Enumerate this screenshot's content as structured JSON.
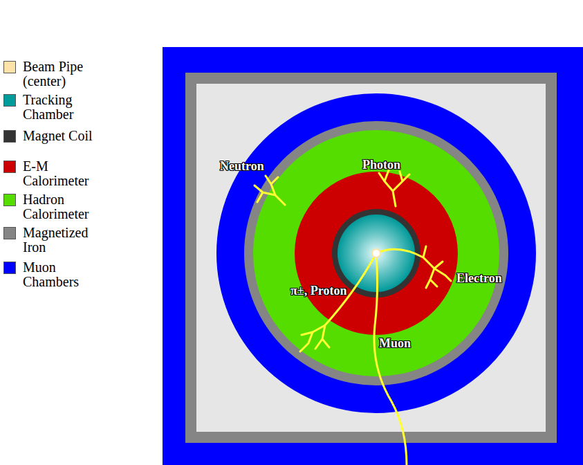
{
  "diagram": {
    "labels": [
      "Neutron",
      "Photon",
      "Electron",
      "π±, Proton",
      "Muon"
    ],
    "legend": [
      {
        "text": "Beam Pipe (center)",
        "color": "#fde3a7"
      },
      {
        "text": "Tracking Chamber",
        "color": "#009b9b"
      },
      {
        "text": "Magnet Coil",
        "color": "#333333"
      },
      {
        "text": "E-M Calorimeter",
        "color": "#cc0000"
      },
      {
        "text": "Hadron Calorimeter",
        "color": "#55dd00"
      },
      {
        "text": "Magnetized Iron",
        "color": "#858585"
      },
      {
        "text": "Muon Chambers",
        "color": "#0000ff"
      }
    ]
  }
}
